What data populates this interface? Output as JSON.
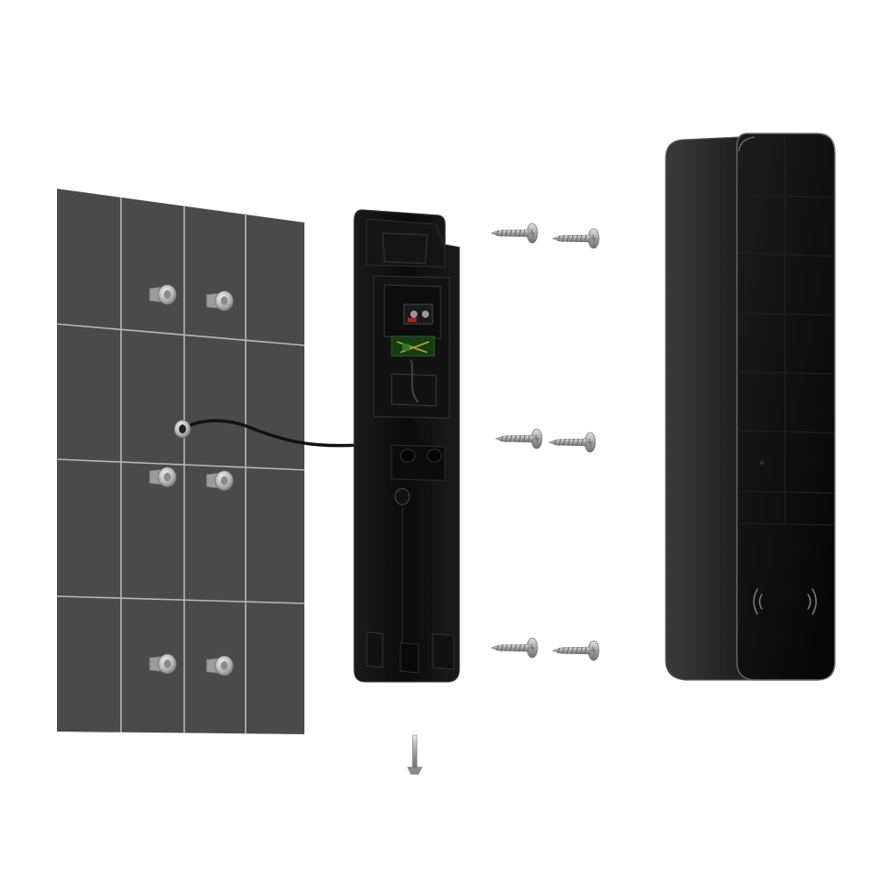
{
  "diagram": {
    "kind": "exploded installation view",
    "components": {
      "wall": {
        "icon": "tiled-wall",
        "color": "#4a4a4a",
        "grout_color": "#b9b9b9",
        "tile_columns": 4,
        "tile_rows": 4
      },
      "wall_plugs": {
        "icon": "wall-anchor-icon",
        "count": 6
      },
      "cable": {
        "icon": "cable-icon",
        "color": "#111111"
      },
      "mounting_bracket": {
        "icon": "mounting-bracket",
        "color": "#0e0e0e"
      },
      "screws": {
        "icon": "screw-icon",
        "count": 6,
        "color": "#a8a8a8"
      },
      "locking_screw": {
        "icon": "locking-screw-icon",
        "count": 1
      },
      "keypad": {
        "icon": "keypad-device",
        "color": "#0b0b0b",
        "keys": 12,
        "nfc_icon": "nfc-waves-icon"
      }
    }
  }
}
